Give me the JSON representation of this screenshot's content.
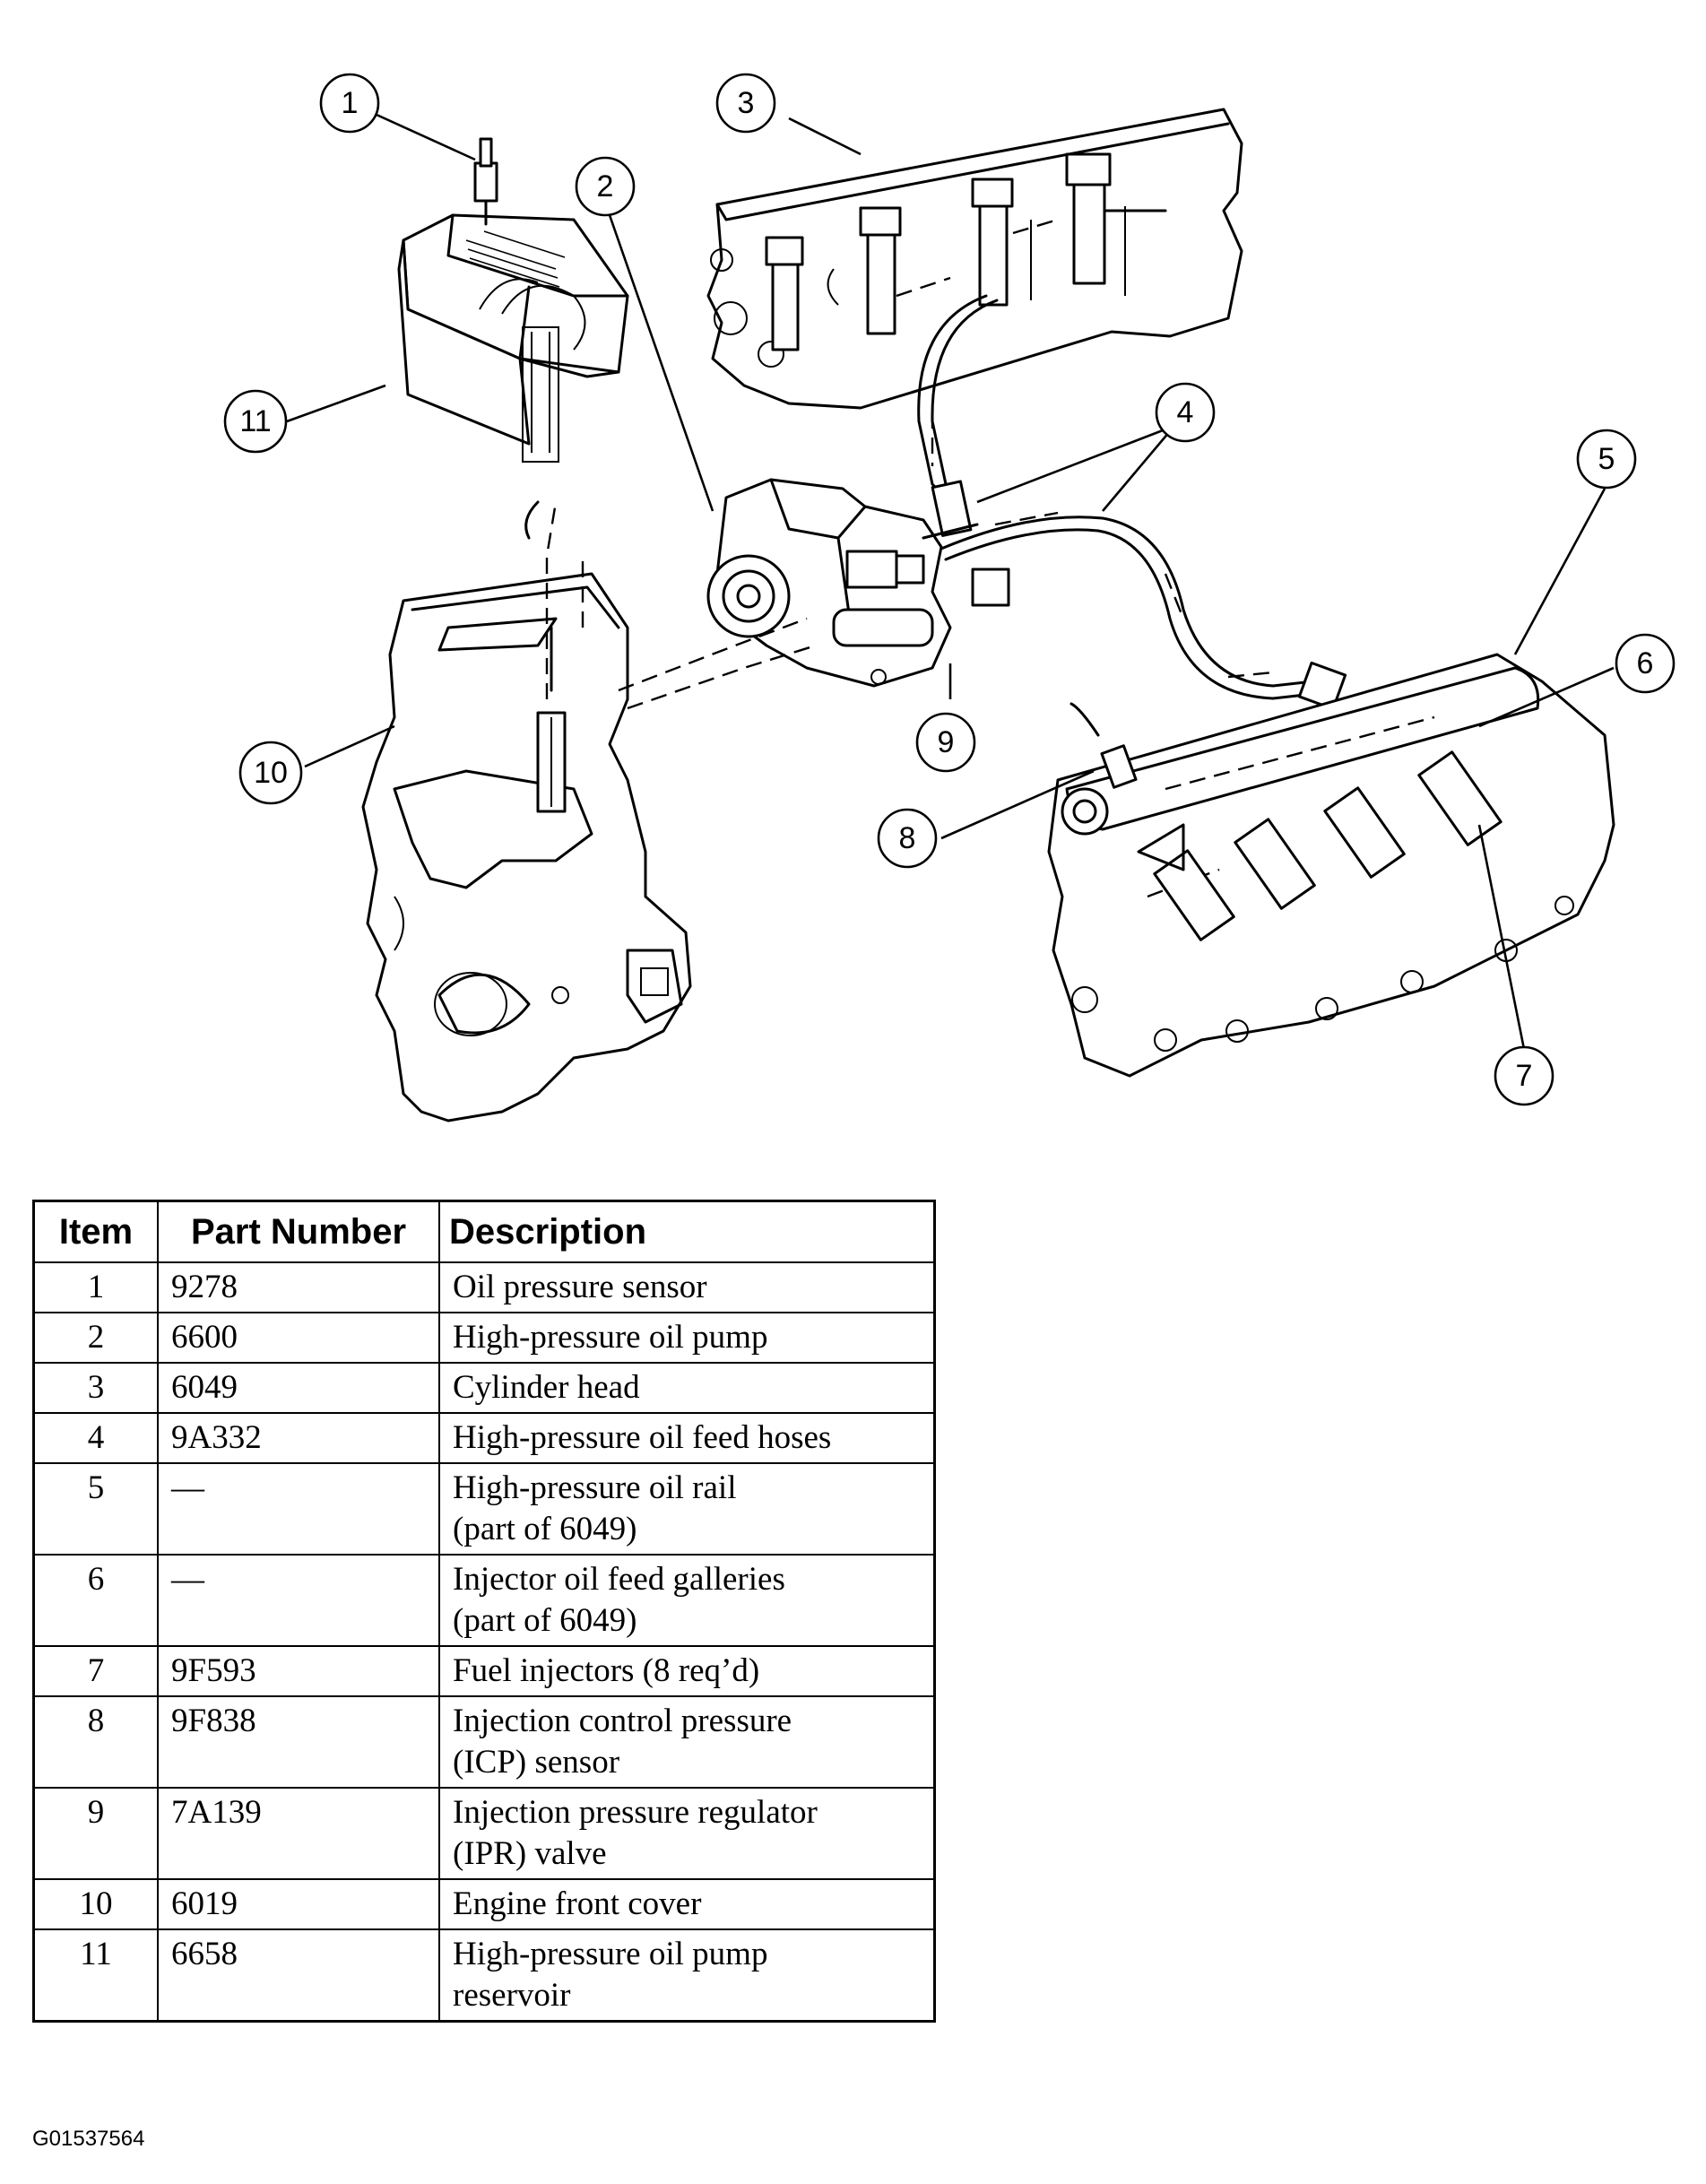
{
  "callouts": [
    "1",
    "2",
    "3",
    "4",
    "5",
    "6",
    "7",
    "8",
    "9",
    "10",
    "11"
  ],
  "table": {
    "headers": {
      "item": "Item",
      "part_number": "Part Number",
      "description": "Description"
    },
    "rows": [
      {
        "item": "1",
        "part_number": "9278",
        "description": [
          "Oil pressure sensor"
        ]
      },
      {
        "item": "2",
        "part_number": "6600",
        "description": [
          "High-pressure oil pump"
        ]
      },
      {
        "item": "3",
        "part_number": "6049",
        "description": [
          "Cylinder head"
        ]
      },
      {
        "item": "4",
        "part_number": "9A332",
        "description": [
          "High-pressure oil feed hoses"
        ]
      },
      {
        "item": "5",
        "part_number": "—",
        "description": [
          "High-pressure oil rail",
          "(part of 6049)"
        ]
      },
      {
        "item": "6",
        "part_number": "—",
        "description": [
          "Injector oil feed galleries",
          "(part of 6049)"
        ]
      },
      {
        "item": "7",
        "part_number": "9F593",
        "description": [
          "Fuel injectors (8 req’d)"
        ]
      },
      {
        "item": "8",
        "part_number": "9F838",
        "description": [
          "Injection control pressure",
          "(ICP) sensor"
        ]
      },
      {
        "item": "9",
        "part_number": "7A139",
        "description": [
          "Injection pressure regulator",
          "(IPR) valve"
        ]
      },
      {
        "item": "10",
        "part_number": "6019",
        "description": [
          "Engine front cover"
        ]
      },
      {
        "item": "11",
        "part_number": "6658",
        "description": [
          "High-pressure oil pump",
          "reservoir"
        ]
      }
    ]
  },
  "figure_id": "G01537564"
}
